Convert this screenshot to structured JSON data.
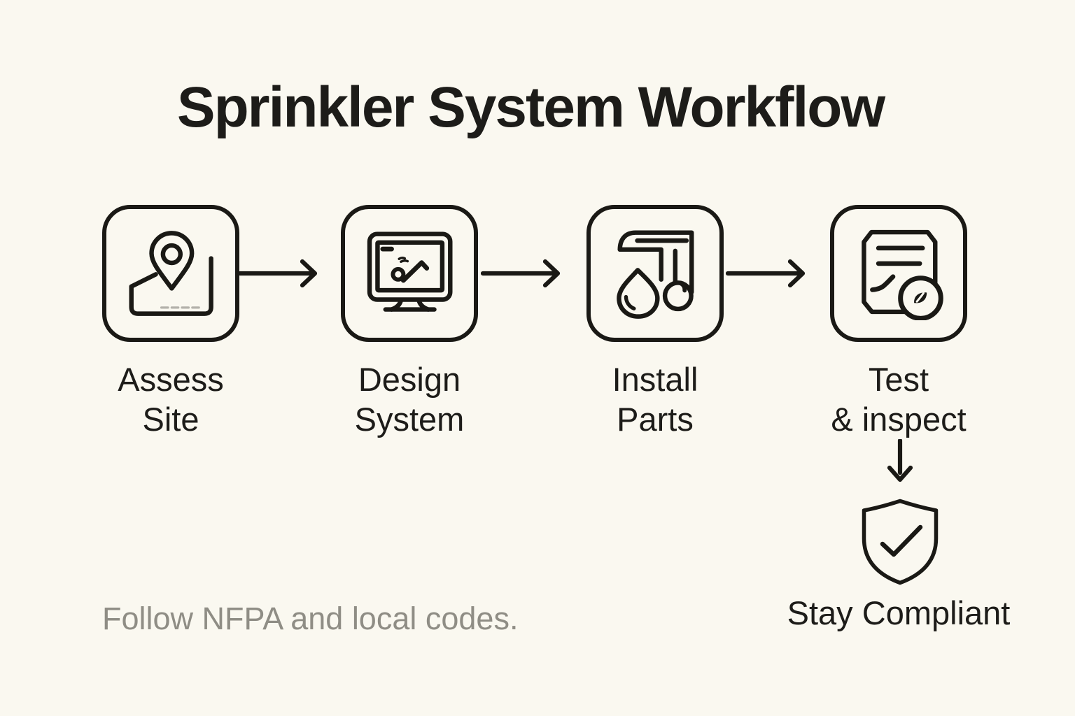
{
  "title": "Sprinkler System Workflow",
  "steps": [
    {
      "line1": "Assess",
      "line2": "Site",
      "icon": "map-pin-icon"
    },
    {
      "line1": "Design",
      "line2": "System",
      "icon": "monitor-design-icon"
    },
    {
      "line1": "Install",
      "line2": "Parts",
      "icon": "pipe-droplet-icon"
    },
    {
      "line1": "Test",
      "line2": "& inspect",
      "icon": "inspection-report-icon"
    }
  ],
  "result": {
    "line1": "Stay",
    "line2": "Compliant",
    "icon": "shield-check-icon"
  },
  "footnote": "Follow NFPA and local codes.",
  "colors": {
    "background": "#faf8f0",
    "stroke": "#1a1915",
    "text": "#1d1c19",
    "muted": "#8f8d85",
    "map_road": "#b3b1aa"
  }
}
